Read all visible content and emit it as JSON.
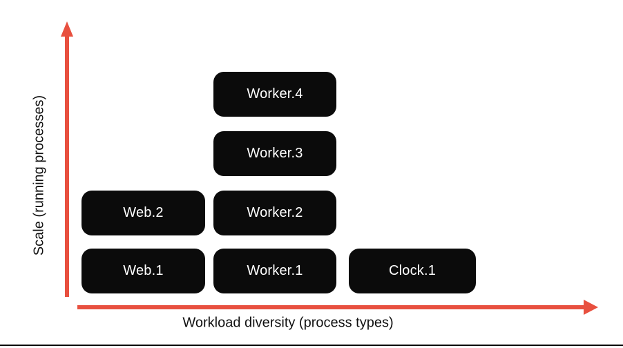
{
  "colors": {
    "accent": "#e8503f",
    "box_bg": "#0b0b0b",
    "box_text": "#ffffff",
    "axis_label": "#111111",
    "bottom_rule": "#000000"
  },
  "diagram": {
    "y_axis_label": "Scale (running processes)",
    "x_axis_label": "Workload diversity (process types)",
    "columns": [
      "web",
      "worker",
      "clock"
    ],
    "boxes": [
      {
        "label": "Worker.4",
        "column": "worker",
        "row": 4
      },
      {
        "label": "Worker.3",
        "column": "worker",
        "row": 3
      },
      {
        "label": "Web.2",
        "column": "web",
        "row": 2
      },
      {
        "label": "Worker.2",
        "column": "worker",
        "row": 2
      },
      {
        "label": "Web.1",
        "column": "web",
        "row": 1
      },
      {
        "label": "Worker.1",
        "column": "worker",
        "row": 1
      },
      {
        "label": "Clock.1",
        "column": "clock",
        "row": 1
      }
    ]
  }
}
